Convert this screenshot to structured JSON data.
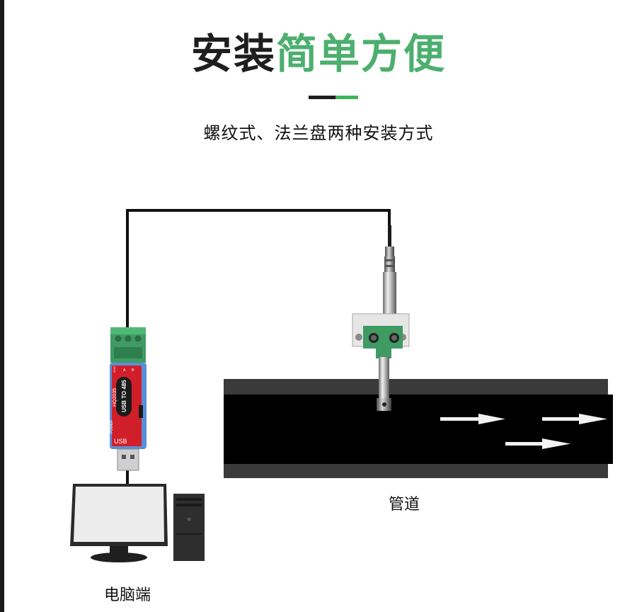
{
  "header": {
    "title_dark": "安装",
    "title_green": "简单方便",
    "subtitle": "螺纹式、法兰盘两种安装方式"
  },
  "usb_adapter": {
    "brand": "HQ2035",
    "model": "USB TO 485",
    "port_label": "USB",
    "pins": [
      "GND",
      "A",
      "B"
    ],
    "side_label": "POWER"
  },
  "labels": {
    "pipe": "管道",
    "computer": "电脑端"
  },
  "colors": {
    "accent_green": "#4caf6e",
    "terminal_green": "#3f9a63",
    "adapter_red": "#d11f2a",
    "adapter_blue": "#5b8ed6",
    "pipe": "#000000",
    "arrow": "#ffffff"
  }
}
